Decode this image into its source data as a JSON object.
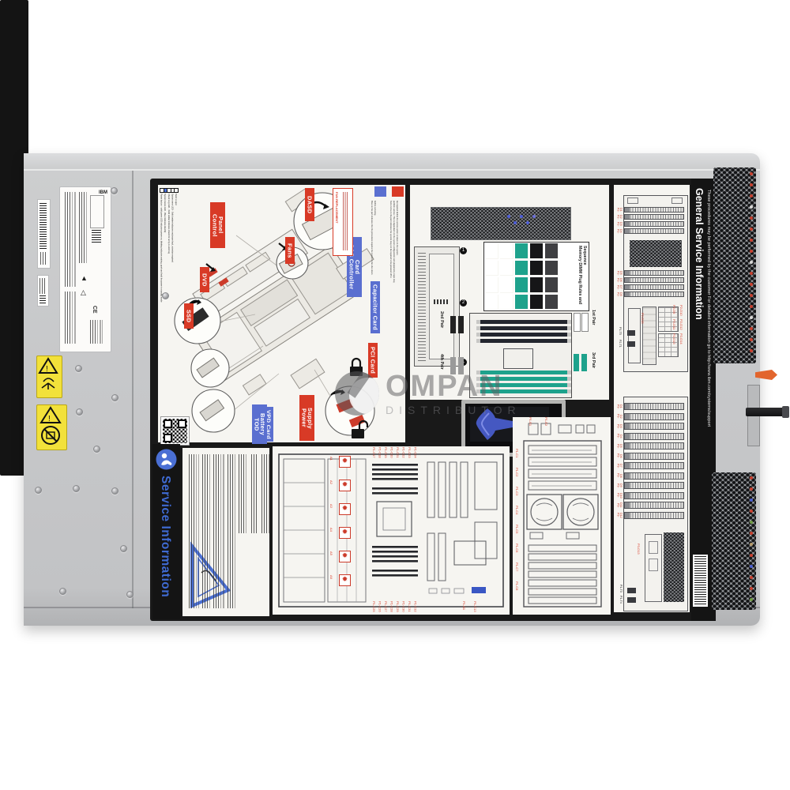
{
  "image_type": "Product photo: rack server top view with service labels",
  "colors": {
    "callout_red": "#d83a26",
    "callout_blue": "#5a6fd0",
    "dimm_teal": "#1ea28c",
    "service_blue": "#3f6bd3",
    "warning_yellow": "#f2e13a",
    "latch_orange": "#e2652d",
    "chassis_gray": "#c7c8ca",
    "label_white": "#f6f5f1",
    "frame_black": "#191919"
  },
  "watermark": {
    "name": "OMPAN",
    "sub": "DISTRIBUTOR"
  },
  "general_service_banner": {
    "title": "General Service Information",
    "subtitle": "These procedures may be performed by the customer For detailed information go to http://www.ibm.com/systems/support"
  },
  "service_banner": {
    "title": "Service Information"
  },
  "exploded_view": {
    "red_callouts": [
      "Control Panel",
      "DASD",
      "DVD",
      "SSD",
      "Fans",
      "PCI Card",
      "Power Supply"
    ],
    "blue_callouts": [
      "SAS Controller Card",
      "Capacitor Card",
      "VPD Card",
      "TOD Battery"
    ],
    "attention_box": "FAN REPLACEMENT",
    "terra_note": "Terra Cotta on the part indicates the system may not be required to be powered off to perform service. This is dependent on the system configuration and preparatory steps may be required before the service action is taken on the system.",
    "blue_note": "Blue on the part indicates that the procedure requires the system to be shut down before servicing.",
    "legend": [
      "Power button - solid green LED indicates power on, blinking indicates waiting, push and hold for power in standby mode",
      "System locate LED - Blue indicates identify",
      "Check Log LED - Solid amber indicates check for entry in error log",
      "System error LED - Solid amber indicates enclosure fault, attention required",
      "Push to eject"
    ]
  },
  "memory_panel": {
    "table_title": "Memory DIMM Plug Rules and Sequence",
    "pair_labels": [
      "1st Pair",
      "2nd Pair",
      "3rd Pair",
      "4th Pair"
    ]
  },
  "front_view_upper": {
    "bays_top": [
      "P2-D1",
      "P2-D2",
      "P2-D3",
      "P2-D4"
    ],
    "bays_bottom": [
      "P2-D5",
      "P2-D6",
      "P2-D7",
      "P2-D8"
    ],
    "cluster": [
      "P2-D9",
      "P2-D10",
      "P2-D11",
      "P2-D12",
      "P2-D13",
      "P2-D14"
    ],
    "ports": [
      "P1-T5",
      "P2-T1"
    ],
    "panel": "P2-D15"
  },
  "front_view_lower": {
    "bays": [
      "P3-D1",
      "P3-D2",
      "P3-D3",
      "P3-D4",
      "P3-D5",
      "P3-D6",
      "P3-D7",
      "P3-D8",
      "P3-D9",
      "P3-D10",
      "P3-D11",
      "P3-D12"
    ],
    "module": "P3-D13",
    "ports": [
      "P1-T3",
      "P1-T4"
    ]
  },
  "board_diagram": {
    "fan_labels": [
      "A1",
      "A2",
      "A3",
      "A4",
      "A5",
      "A6"
    ],
    "top_labels": [
      "P1-C17",
      "P1-C18",
      "P1-C19",
      "P1-C20",
      "P1-C21",
      "P1-C22",
      "P1-C23",
      "P1-C24"
    ],
    "bottom_labels": [
      "P1-C25",
      "P1-C26",
      "P1-C27",
      "P1-C28",
      "P1-C29",
      "P1-C30",
      "P1-C31",
      "P1-C32"
    ],
    "misc_labels": [
      "P1-B1",
      "P1-C13"
    ]
  },
  "rear_diagram": {
    "labels": [
      "P1-E1",
      "P1-E2",
      "P1-C1",
      "P1-C2",
      "P1-C3",
      "P1-C4",
      "P1-C5",
      "P1-C6",
      "P1-C7",
      "P1-C8"
    ]
  }
}
